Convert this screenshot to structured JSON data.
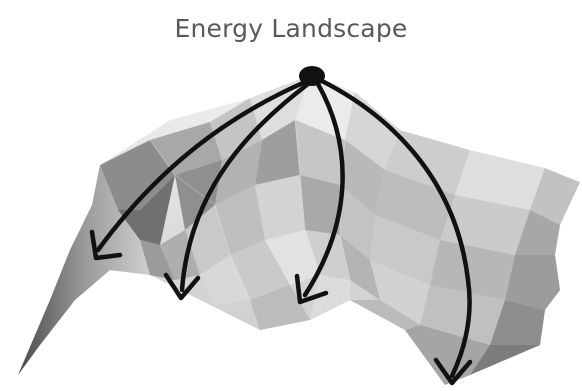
{
  "diagram": {
    "title": "Energy Landscape",
    "colors": {
      "surface_dark": "#3c3c3c",
      "surface_mid": "#8a8a8a",
      "surface_light": "#e6e6e6",
      "arrow": "#111111",
      "title": "#595959"
    },
    "elements": {
      "start_point": "black circle at the summit",
      "arrows": [
        "far-left arrow",
        "left-center arrow",
        "right-center arrow",
        "far-right arrow"
      ]
    }
  }
}
